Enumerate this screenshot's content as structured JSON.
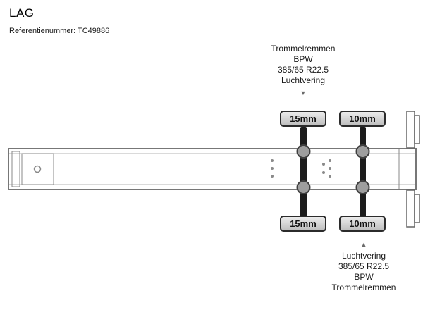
{
  "header": {
    "title": "LAG",
    "reference": "Referentienummer: TC49886"
  },
  "annotations": {
    "top": {
      "lines": [
        "Trommelremmen",
        "BPW",
        "385/65 R22.5",
        "Luchtvering"
      ],
      "arrow": "▼"
    },
    "bottom": {
      "arrow": "▲",
      "lines": [
        "Luchtvering",
        "385/65 R22.5",
        "BPW",
        "Trommelremmen"
      ]
    }
  },
  "measurements": {
    "axle1_top": "15mm",
    "axle1_bottom": "15mm",
    "axle2_top": "10mm",
    "axle2_bottom": "10mm"
  },
  "colors": {
    "chassis_line": "#777777",
    "axle": "#1c1c1c",
    "hub_fill": "#9e9e9e",
    "label_border": "#2b2b2b"
  }
}
